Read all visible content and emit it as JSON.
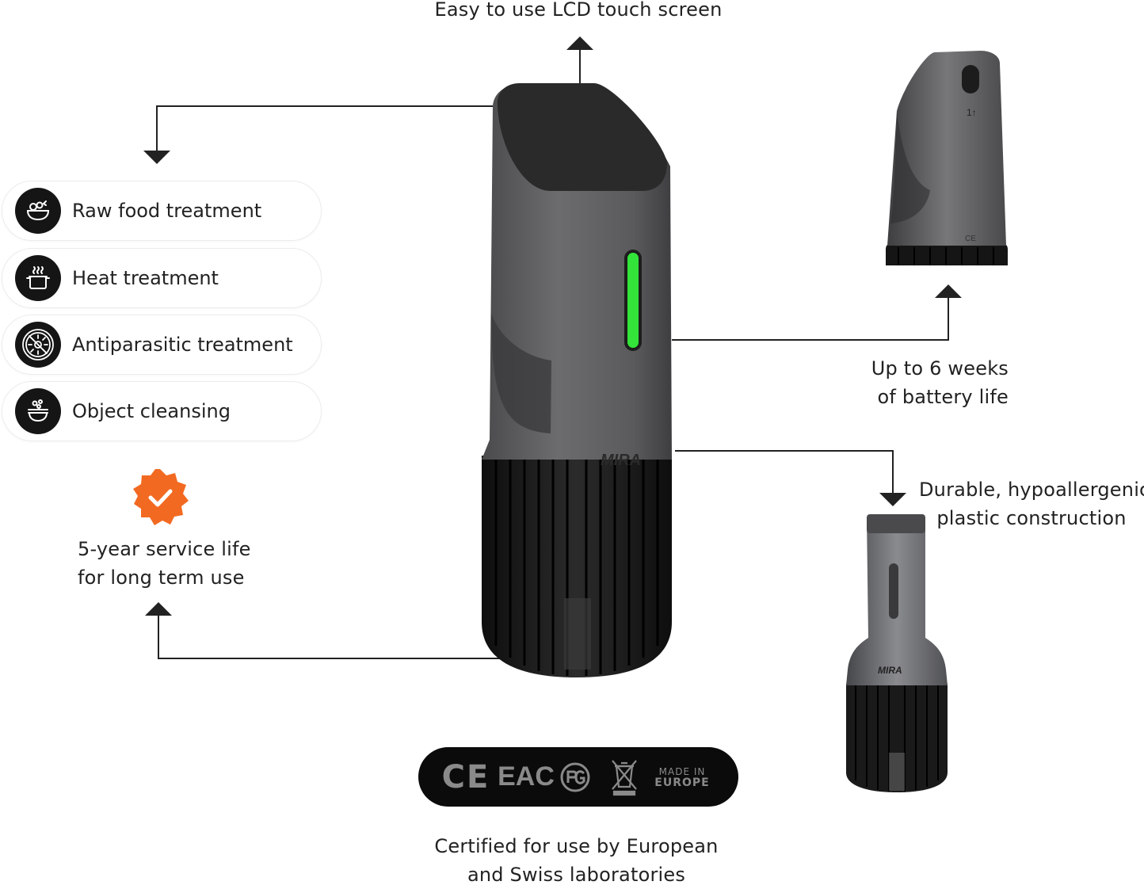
{
  "callouts": {
    "top": "Easy to use LCD touch screen",
    "battery": [
      "Up to 6 weeks",
      "of battery life"
    ],
    "material": [
      "Durable, hypoallergenic",
      "plastic construction"
    ],
    "service": [
      "5-year service life",
      "for long term use"
    ],
    "certified": [
      "Certified for use by European",
      "and Swiss laboratories"
    ]
  },
  "modes": [
    {
      "label": "Raw food treatment",
      "icon": "salad-bowl-icon"
    },
    {
      "label": "Heat treatment",
      "icon": "cooking-pot-icon"
    },
    {
      "label": "Antiparasitic treatment",
      "icon": "no-parasite-icon"
    },
    {
      "label": "Object cleansing",
      "icon": "washing-bowl-icon"
    }
  ],
  "badge": {
    "icon": "checkmark-badge-icon",
    "color": "#f26a21"
  },
  "device": {
    "brand": "MIRA",
    "indicator_color": "#33e33a",
    "body_color": "#5b5b5d",
    "fins_color": "#1a1a1a"
  },
  "certifications": {
    "ce": "CE",
    "eac": "EAC",
    "pct": "PCT-icon",
    "weee": "weee-bin-icon",
    "made_in": "MADE IN",
    "europe": "EUROPE"
  },
  "rear_view": {
    "ce_mark": "CE"
  },
  "colors": {
    "text": "#222222",
    "pill_border": "#ececec",
    "cert_bar": "#0b0b0b"
  }
}
